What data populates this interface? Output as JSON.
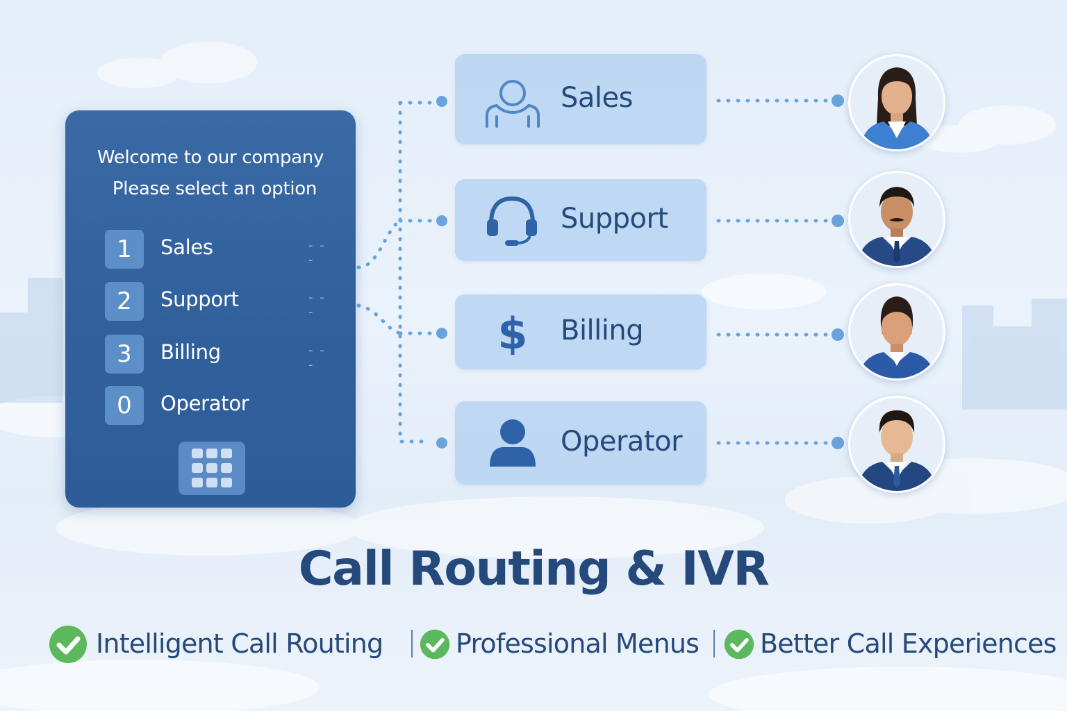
{
  "ivr": {
    "welcome_line1": "Welcome to our company",
    "welcome_line2": "Please select an option",
    "options": [
      {
        "key": "1",
        "label": "Sales",
        "dash": "- - -"
      },
      {
        "key": "2",
        "label": "Support",
        "dash": "- - -"
      },
      {
        "key": "3",
        "label": "Billing",
        "dash": "- - -"
      },
      {
        "key": "0",
        "label": "Operator",
        "dash": ""
      }
    ]
  },
  "departments": [
    {
      "label": "Sales",
      "icon": "user-outline-icon"
    },
    {
      "label": "Support",
      "icon": "headset-icon"
    },
    {
      "label": "Billing",
      "icon": "dollar-sign-icon"
    },
    {
      "label": "Operator",
      "icon": "user-solid-icon"
    }
  ],
  "title": "Call Routing & IVR",
  "features": [
    {
      "label": "Intelligent Call Routing"
    },
    {
      "label": "Professional Menus"
    },
    {
      "label": "Better Call Experiences"
    }
  ],
  "colors": {
    "panel": "#30609c",
    "key": "#5c8ec8",
    "card": "#b7d4f2",
    "text_dark": "#24497a",
    "connector": "#6aa3dc",
    "check": "#5cb85c"
  }
}
